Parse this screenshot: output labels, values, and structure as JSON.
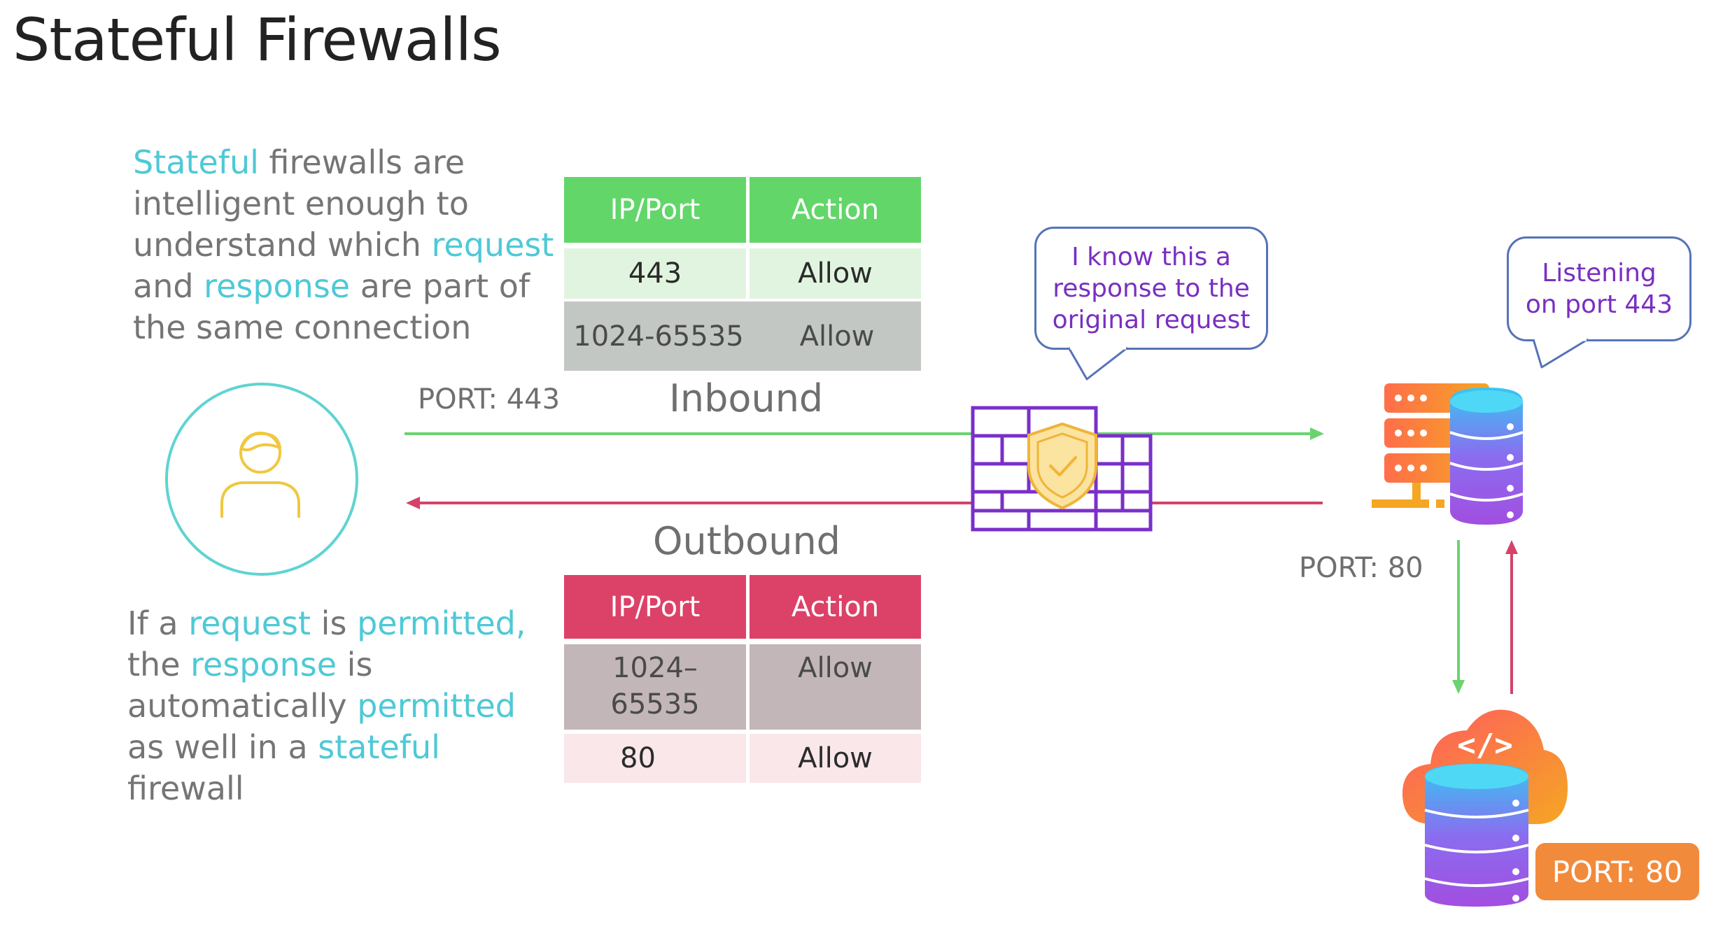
{
  "title": "Stateful Firewalls",
  "intro": {
    "line1": [
      "Stateful",
      " firewalls are"
    ],
    "line2": "intelligent enough to",
    "line3": [
      "understand which ",
      "request"
    ],
    "line4": [
      "and ",
      "response",
      " are part of"
    ],
    "line5": "the same connection"
  },
  "note": {
    "line1": [
      "If a ",
      "request",
      " is ",
      "permitted,"
    ],
    "line2": [
      "the ",
      "response",
      " is"
    ],
    "line3": [
      "automatically ",
      "permitted"
    ],
    "line4": [
      "as well in a ",
      "stateful"
    ],
    "line5": "firewall"
  },
  "inbound_table": {
    "headers": [
      "IP/Port",
      "Action"
    ],
    "rows": [
      [
        "443",
        "Allow"
      ],
      [
        "1024-65535",
        "Allow"
      ]
    ]
  },
  "outbound_table": {
    "headers": [
      "IP/Port",
      "Action"
    ],
    "rows": [
      [
        "1024–\n65535",
        "Allow"
      ],
      [
        "80",
        "Allow"
      ]
    ]
  },
  "labels": {
    "port_443": "PORT: 443",
    "inbound": "Inbound",
    "outbound": "Outbound",
    "port_80": "PORT: 80",
    "port_80_badge": "PORT: 80"
  },
  "bubbles": {
    "firewall": [
      "I know this a",
      "response to the",
      "original request"
    ],
    "server": [
      "Listening",
      "on port 443"
    ]
  },
  "icons": [
    "user-icon",
    "firewall-shield-icon",
    "server-database-icon",
    "cloud-code-database-icon"
  ],
  "colors": {
    "accent": "#4ec9d6",
    "inbound_header": "#63d66a",
    "outbound_header": "#dc4268",
    "firewall": "#7b2fc9",
    "arrow_in": "#6ad36f",
    "arrow_out": "#d5426a",
    "badge": "#f28a3c"
  }
}
